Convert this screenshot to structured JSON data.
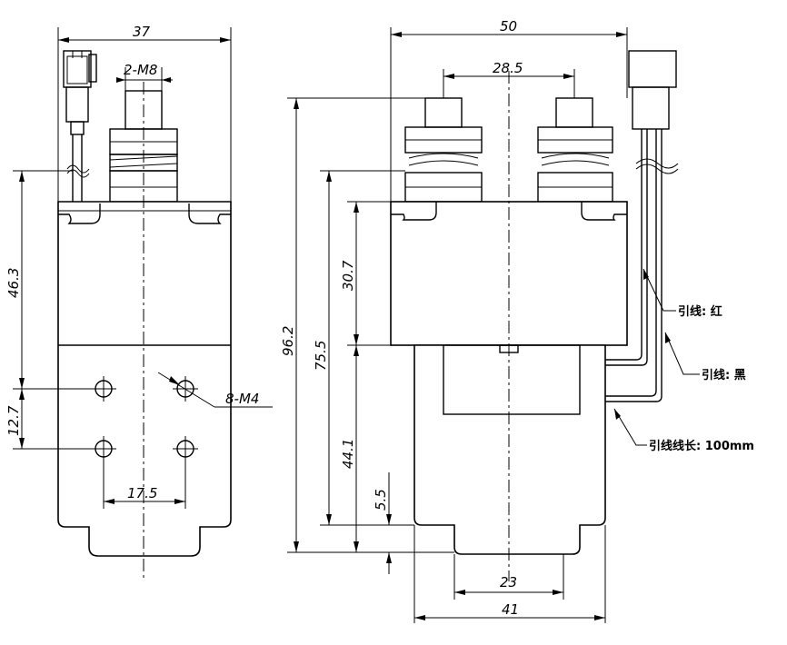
{
  "left_view": {
    "width": "37",
    "thread": "2-M8",
    "height_top": "46.3",
    "hole_spacing_v": "12.7",
    "hole_spacing_h": "17.5",
    "holes": "8-M4"
  },
  "right_view": {
    "width": "50",
    "terminal_spacing": "28.5",
    "total_height": "96.2",
    "height_mid": "75.5",
    "top_block": "30.7",
    "bottom_body": "44.1",
    "foot": "5.5",
    "foot_width": "23",
    "body_width": "41"
  },
  "notes": {
    "lead_red": "引线: 红",
    "lead_black": "引线: 黑",
    "lead_length": "引线线长: 100mm"
  }
}
